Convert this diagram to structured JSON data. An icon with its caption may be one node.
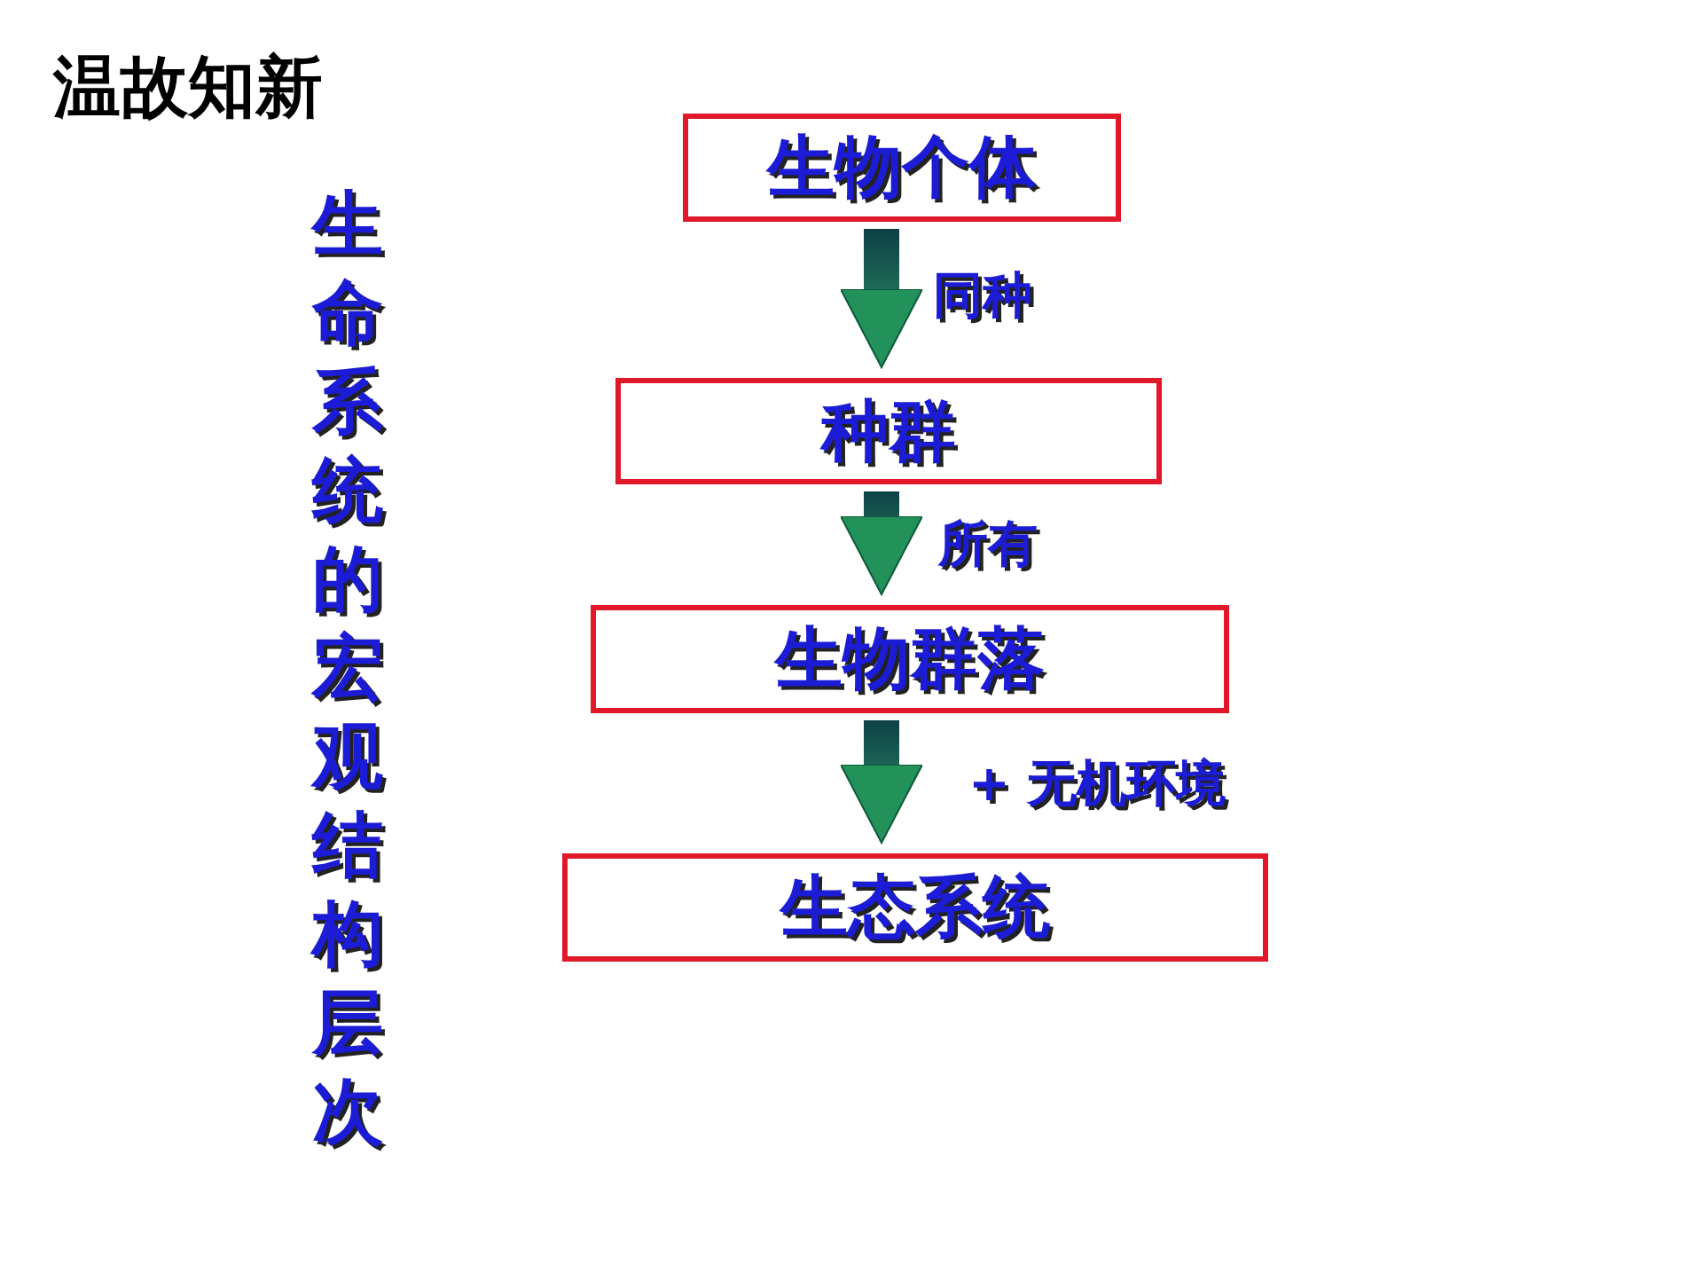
{
  "diagram": {
    "title": "温故知新",
    "nodes": [
      {
        "text": [
          "生物个体"
        ]
      },
      {
        "text": [
          "种群"
        ]
      },
      {
        "text": [
          "生物群落"
        ]
      },
      {
        "text": [
          "生态系统"
        ]
      }
    ],
    "edges": [
      {
        "from": 0,
        "to": 1,
        "arrow": "to",
        "label": "同种"
      },
      {
        "from": 1,
        "to": 2,
        "arrow": "to",
        "label": "所有"
      },
      {
        "from": 2,
        "to": 3,
        "arrow": "to",
        "label": "+ 无机环境"
      }
    ],
    "labels": [
      "生命系统的宏观结构层次"
    ]
  }
}
